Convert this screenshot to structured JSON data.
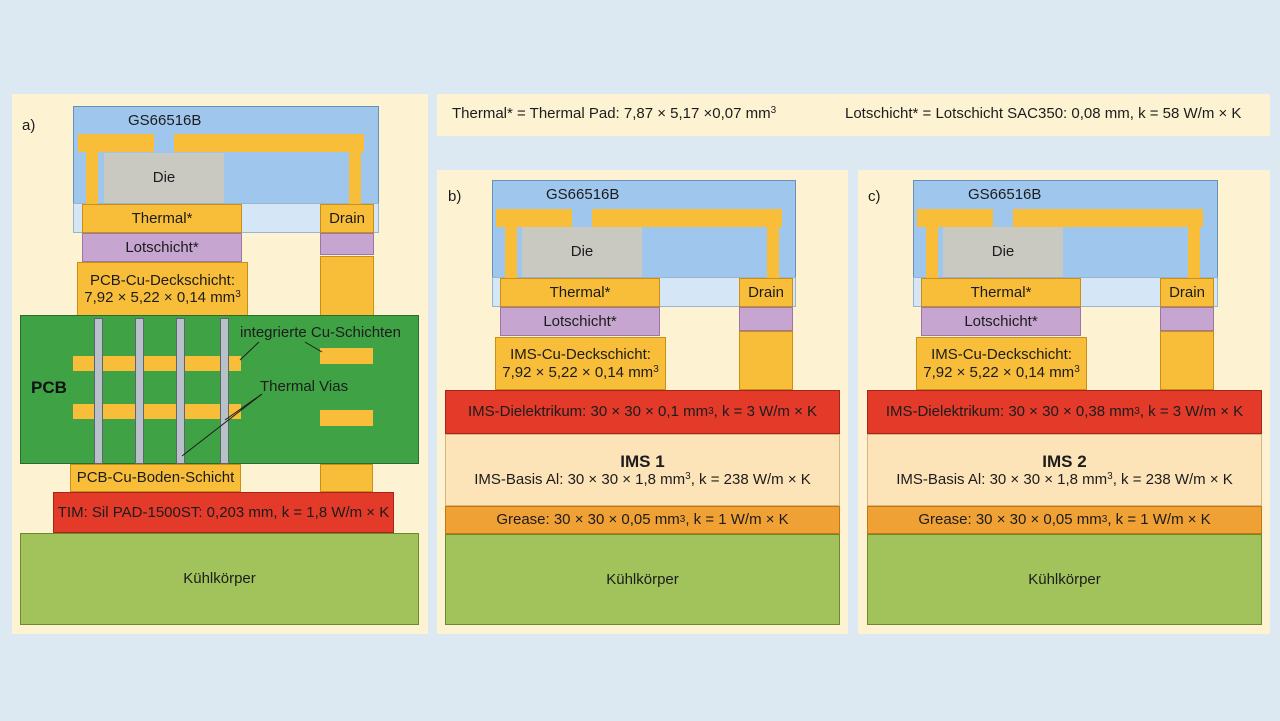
{
  "legend": {
    "thermal_note": "Thermal* = Thermal Pad: 7,87 × 5,17 ×0,07 mm",
    "thermal_note_sup": "3",
    "lot_note": "Lotschicht* = Lotschicht SAC350: 0,08 mm, k = 58 W/m × K"
  },
  "panel_a": {
    "letter": "a)",
    "chip_name": "GS66516B",
    "die": "Die",
    "thermal": "Thermal*",
    "drain": "Drain",
    "lotschicht": "Lotschicht*",
    "cu_top_line1": "PCB-Cu-Deckschicht:",
    "cu_top_line2": "7,92 × 5,22 × 0,14 mm",
    "cu_top_sup": "3",
    "pcb": "PCB",
    "cu_layers_label": "integrierte Cu-Schichten",
    "vias_label": "Thermal Vias",
    "cu_bottom": "PCB-Cu-Boden-Schicht",
    "tim": "TIM: Sil PAD-1500ST: 0,203 mm, k = 1,8 W/m × K",
    "heatsink": "Kühlkörper"
  },
  "panel_b": {
    "letter": "b)",
    "chip_name": "GS66516B",
    "die": "Die",
    "thermal": "Thermal*",
    "drain": "Drain",
    "lotschicht": "Lotschicht*",
    "cu_top_line1": "IMS-Cu-Deckschicht:",
    "cu_top_line2": "7,92 × 5,22 × 0,14 mm",
    "cu_top_sup": "3",
    "dielectric_a": "IMS-Dielektrikum: 30 × 30 × 0,1 mm",
    "dielectric_sup": "3",
    "dielectric_b": ", k = 3 W/m × K",
    "ims_title": "IMS 1",
    "ims_base_a": "IMS-Basis Al: 30 × 30 × 1,8 mm",
    "ims_base_sup": "3",
    "ims_base_b": ", k = 238 W/m × K",
    "grease_a": "Grease: 30 × 30 × 0,05 mm",
    "grease_sup": "3",
    "grease_b": ", k = 1 W/m × K",
    "heatsink": "Kühlkörper"
  },
  "panel_c": {
    "letter": "c)",
    "chip_name": "GS66516B",
    "die": "Die",
    "thermal": "Thermal*",
    "drain": "Drain",
    "lotschicht": "Lotschicht*",
    "cu_top_line1": "IMS-Cu-Deckschicht:",
    "cu_top_line2": "7,92 × 5,22 × 0,14 mm",
    "cu_top_sup": "3",
    "dielectric_a": "IMS-Dielektrikum: 30 × 30 × 0,38 mm",
    "dielectric_sup": "3",
    "dielectric_b": ", k = 3 W/m × K",
    "ims_title": "IMS 2",
    "ims_base_a": "IMS-Basis Al: 30 × 30 × 1,8 mm",
    "ims_base_sup": "3",
    "ims_base_b": ", k = 238 W/m × K",
    "grease_a": "Grease: 30 × 30 × 0,05 mm",
    "grease_sup": "3",
    "grease_b": ", k = 1 W/m × K",
    "heatsink": "Kühlkörper"
  },
  "colors": {
    "background": "#dde9f2",
    "panel": "#fdf3d2",
    "package": "#9fc7ee",
    "copper": "#f8be3a",
    "solder": "#c6a5d0",
    "dielectric": "#e33a2a",
    "ims_base": "#fce3b8",
    "grease": "#f0a135",
    "heatsink": "#a2c35c",
    "pcb": "#3fa244",
    "via": "#b8c0c8"
  }
}
